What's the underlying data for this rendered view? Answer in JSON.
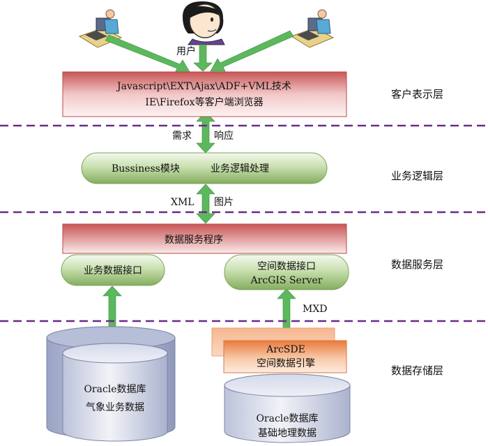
{
  "user_label": "用户",
  "client_box": {
    "line1": "Javascript\\EXT\\Ajax\\ADF+VML技术",
    "line2": "IE\\Firefox等客户端浏览器"
  },
  "arrow_labels": {
    "request": "需求",
    "response": "响应",
    "xml": "XML",
    "image": "图片",
    "mxd": "MXD"
  },
  "logic_box": {
    "left": "Bussiness模块",
    "right": "业务逻辑处理"
  },
  "data_service_box": "数据服务程序",
  "business_interface": "业务数据接口",
  "spatial_interface": {
    "line1": "空间数据接口",
    "line2": "ArcGIS  Server"
  },
  "arcsde": {
    "line1": "ArcSDE",
    "line2": "空间数据引擎"
  },
  "oracle_left": {
    "line1": "Oracle数据库",
    "line2": "气象业务数据"
  },
  "oracle_right": {
    "line1": "Oracle数据库",
    "line2": "基础地理数据"
  },
  "layers": {
    "client": "客户表示层",
    "logic": "业务逻辑层",
    "service": "数据服务层",
    "storage": "数据存储层"
  },
  "colors": {
    "divider": "#6b2a8a",
    "arrow": "#5cb85c",
    "red_box": "#d96b6b",
    "green_box": "#a9c98a",
    "orange_box": "#f0a36f"
  }
}
